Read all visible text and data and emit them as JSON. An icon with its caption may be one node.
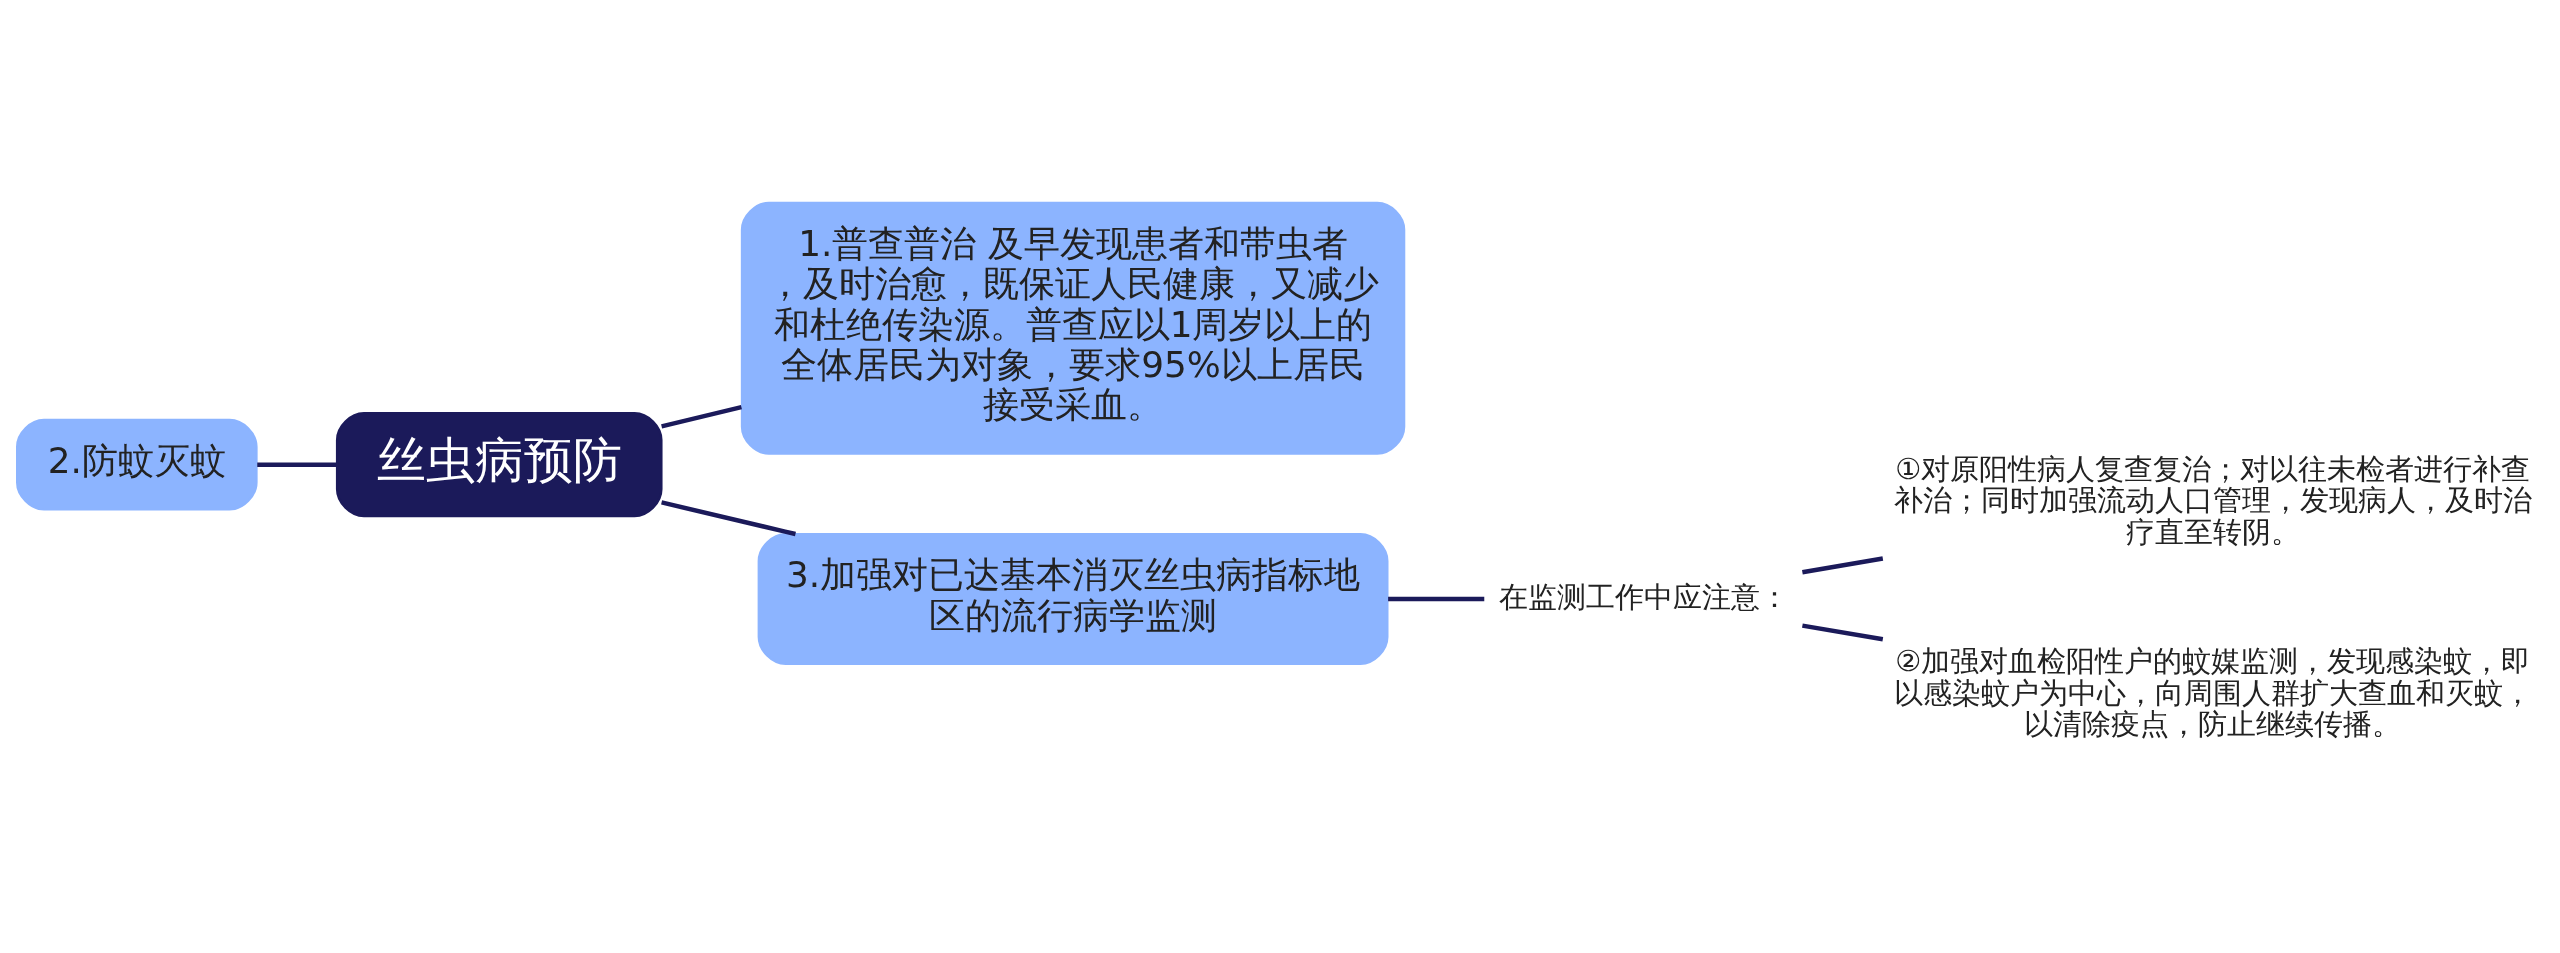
{
  "diagram": {
    "nodes": [
      {
        "text": [
          "2.防蚊灭蚊"
        ]
      },
      {
        "text": [
          "丝虫病预防"
        ]
      },
      {
        "text": [
          "1.普查普治 及早发现患者和带虫者，及时治愈，既保证人民健康，又减少和杜绝传染源。普查应以1周岁以上的全体居民为对象，要求95%以上居民接受采血。"
        ]
      },
      {
        "text": [
          "3.加强对已达基本消灭丝虫病指标地区的流行病学监测"
        ]
      },
      {
        "text": [
          "在监测工作中应注意："
        ]
      },
      {
        "text": [
          "①对原阳性病人复查复治；对以往未检者进行补查补治；同时加强流动人口管理，发现病人，及时治疗直至转阴。"
        ]
      },
      {
        "text": [
          "②加强对血检阳性户的蚊媒监测，发现感染蚊，即以感染蚊户为中心，向周围人群扩大查血和灭蚊，以清除疫点，防止继续传播。"
        ]
      }
    ],
    "edges": [
      {
        "from": 0,
        "to": 1,
        "arrow": "none"
      },
      {
        "from": 1,
        "to": 2,
        "arrow": "none"
      },
      {
        "from": 1,
        "to": 3,
        "arrow": "none"
      },
      {
        "from": 3,
        "to": 4,
        "arrow": "none"
      },
      {
        "from": 4,
        "to": 5,
        "arrow": "none"
      },
      {
        "from": 4,
        "to": 6,
        "arrow": "none"
      }
    ]
  }
}
